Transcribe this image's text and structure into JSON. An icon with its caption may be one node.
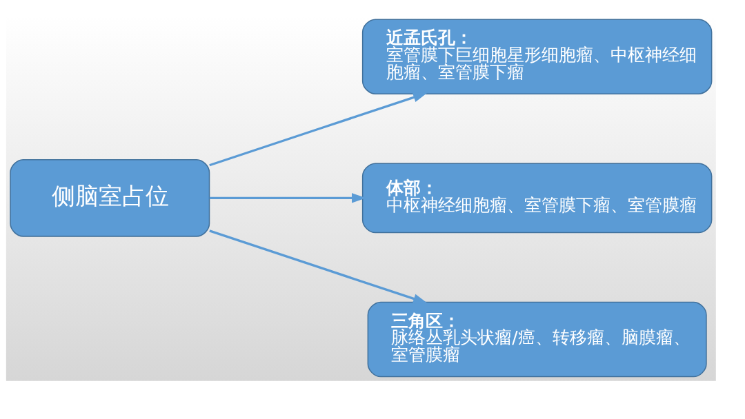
{
  "diagram": {
    "nodes": [
      {
        "text": [
          "侧脑室占位"
        ]
      },
      {
        "text": [
          "近孟氏孔：",
          "室管膜下巨细胞星形细胞瘤、中枢神经细胞瘤、室管膜下瘤"
        ]
      },
      {
        "text": [
          "体部：",
          "中枢神经细胞瘤、室管膜下瘤、室管膜瘤"
        ]
      },
      {
        "text": [
          "三角区：",
          "脉络丛乳头状瘤/癌、转移瘤、脑膜瘤、室管膜瘤"
        ]
      }
    ],
    "edges": [
      {
        "from": 0,
        "to": 1,
        "arrow": "to"
      },
      {
        "from": 0,
        "to": 2,
        "arrow": "to"
      },
      {
        "from": 0,
        "to": 3,
        "arrow": "to"
      }
    ]
  }
}
